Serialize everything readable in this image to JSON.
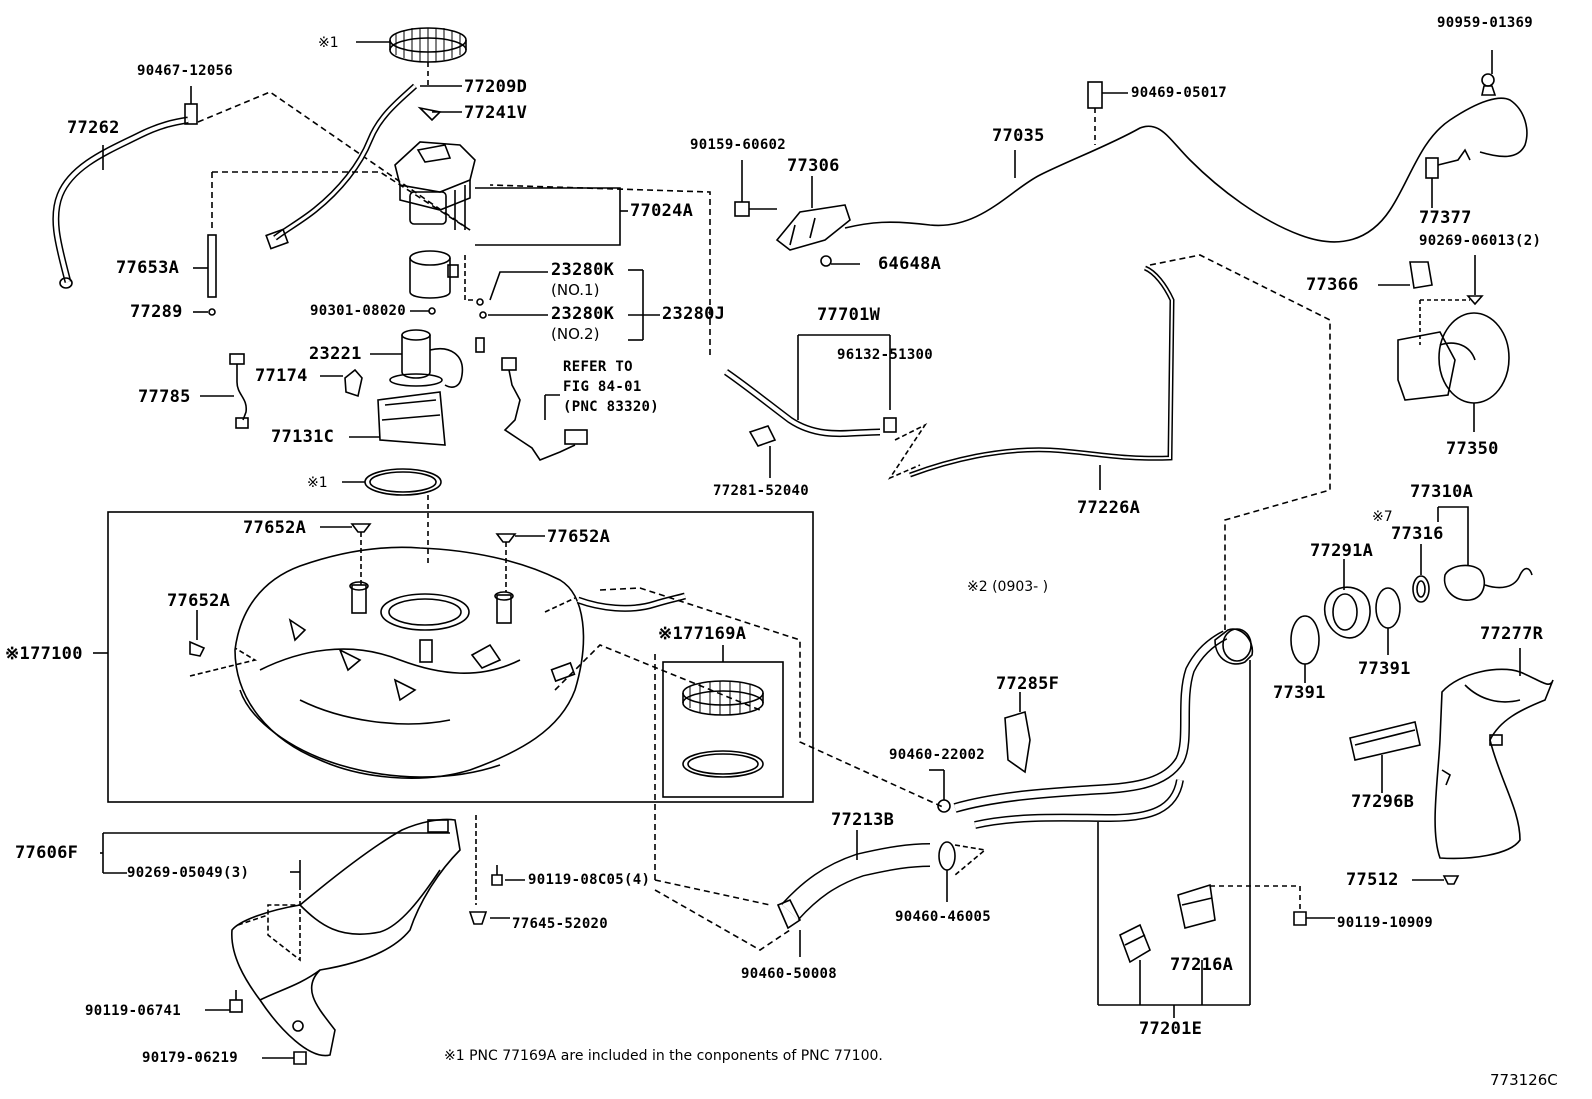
{
  "labels": {
    "p90959_01369": "90959-01369",
    "p90467_12056": "90467-12056",
    "p77262": "77262",
    "mark1_top": "※1",
    "p77209D": "77209D",
    "p77241V": "77241V",
    "p90469_05017": "90469-05017",
    "p90159_60602": "90159-60602",
    "p77306": "77306",
    "p77035": "77035",
    "p77024A": "77024A",
    "p77377": "77377",
    "p90269_06013": "90269-06013(2)",
    "p64648A": "64648A",
    "p77653A": "77653A",
    "p23280K_1": "23280K",
    "no1": "(NO.1)",
    "p77366": "77366",
    "p77289": "77289",
    "p90301_08020": "90301-08020",
    "p23280K_2": "23280K",
    "no2": "(NO.2)",
    "p23280J": "23280J",
    "p77701W": "77701W",
    "p23221": "23221",
    "p96132_51300": "96132-51300",
    "refer1": "REFER TO",
    "refer2": "FIG 84-01",
    "refer3": "(PNC 83320)",
    "p77174": "77174",
    "p77785": "77785",
    "p77350": "77350",
    "p77131C": "77131C",
    "mark1_gasket": "※1",
    "p77281_52040": "77281-52040",
    "p77310A": "77310A",
    "p77226A": "77226A",
    "mark7": "※7",
    "p77316": "77316",
    "p77652A_1": "77652A",
    "p77652A_2": "77652A",
    "p77652A_3": "77652A",
    "p77291A": "77291A",
    "mark2": "※2 (0903-   )",
    "p77100": "※177100",
    "p77169A": "※177169A",
    "p77277R": "77277R",
    "p77391_1": "77391",
    "p77391_2": "77391",
    "p77285F": "77285F",
    "p90460_22002": "90460-22002",
    "p77296B": "77296B",
    "p77213B": "77213B",
    "p77606F": "77606F",
    "p90269_05049": "90269-05049(3)",
    "p90119_08C05": "90119-08C05(4)",
    "p77512": "77512",
    "p90460_46005": "90460-46005",
    "p77645_52020": "77645-52020",
    "p90119_10909": "90119-10909",
    "p77216A": "77216A",
    "p90460_50008": "90460-50008",
    "p90119_06741": "90119-06741",
    "p77201E": "77201E",
    "p90179_06219": "90179-06219",
    "footnote": "※1 PNC 77169A are included in the conponents of PNC 77100.",
    "figure_code": "773126C"
  },
  "colors": {
    "ink": "#000000",
    "paper": "#ffffff"
  }
}
